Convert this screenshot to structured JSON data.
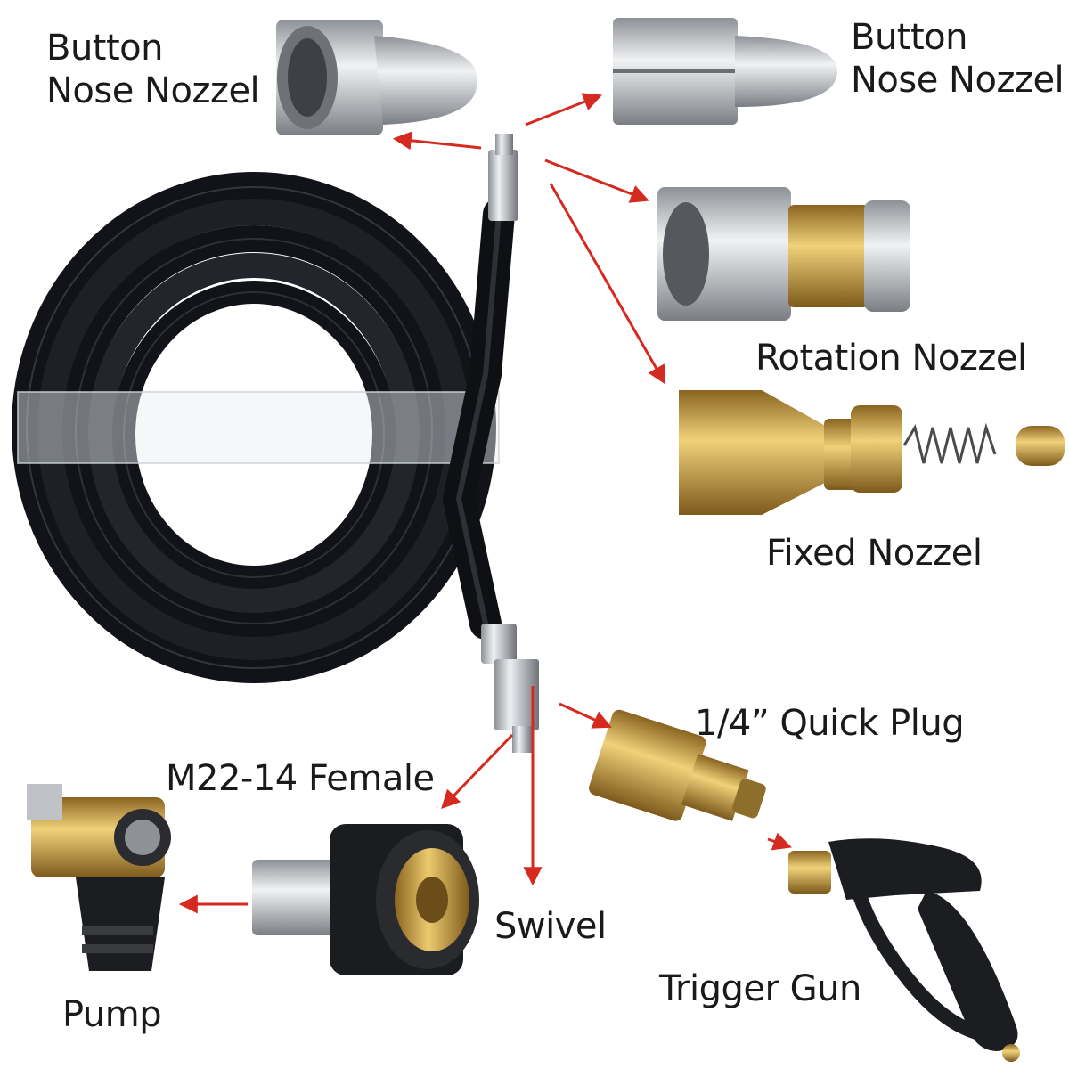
{
  "labels": {
    "button_nose_left": {
      "line1": "Button",
      "line2": "Nose Nozzel"
    },
    "button_nose_right": {
      "line1": "Button",
      "line2": "Nose Nozzel"
    },
    "rotation_nozzle": "Rotation Nozzel",
    "fixed_nozzle": "Fixed Nozzel",
    "quick_plug": "1/4”  Quick Plug",
    "m22_female": "M22-14 Female",
    "swivel": "Swivel",
    "trigger_gun": "Trigger Gun",
    "pump": "Pump"
  },
  "colors": {
    "arrow": "#d42a20",
    "hose": "#15171c",
    "steel": "#b9bcc0",
    "brass": "#c49a3a"
  }
}
